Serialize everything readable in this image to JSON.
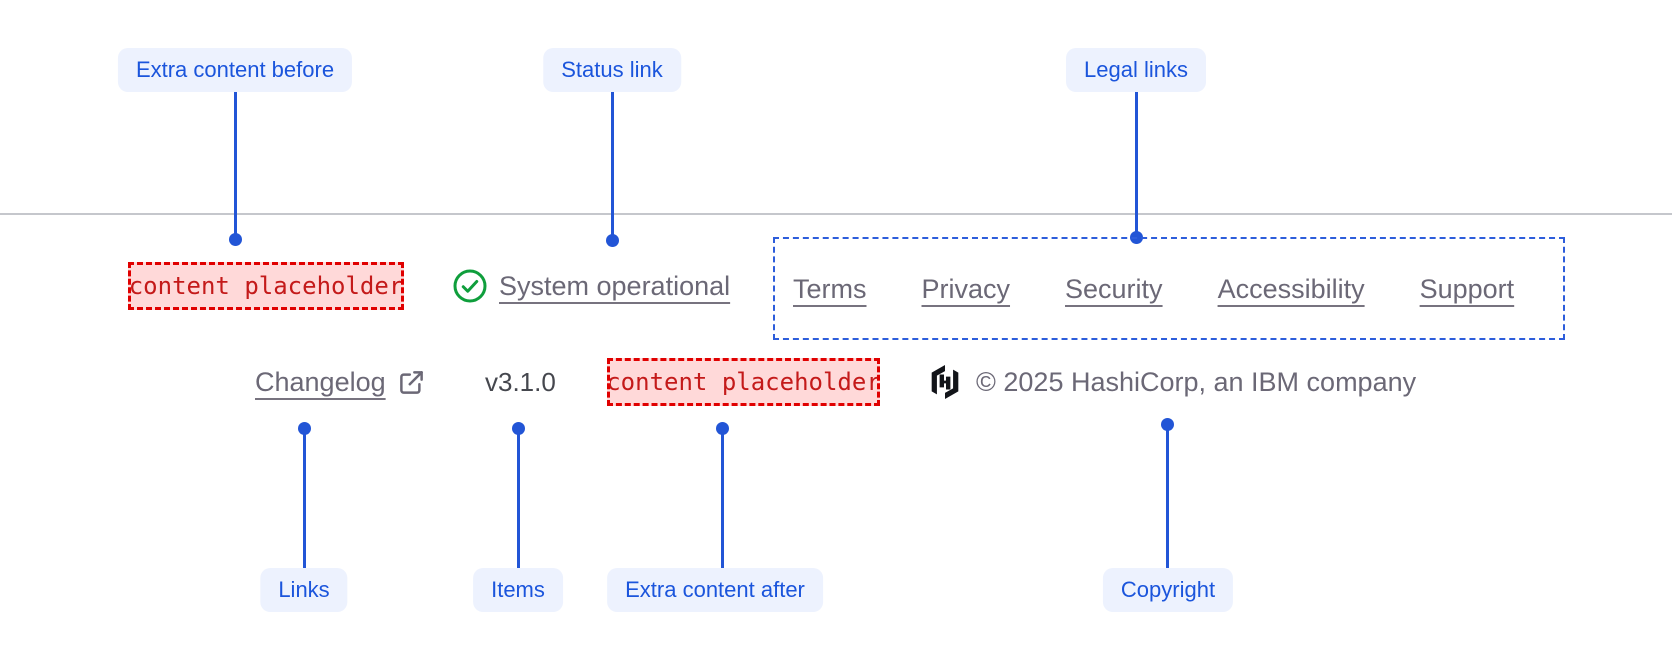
{
  "annotations": {
    "extra_content_before": "Extra content before",
    "status_link": "Status link",
    "legal_links": "Legal links",
    "links": "Links",
    "items": "Items",
    "extra_content_after": "Extra content after",
    "copyright": "Copyright"
  },
  "footer": {
    "extra_content_before_placeholder": "content placeholder",
    "status_link_label": "System operational",
    "legal_links": [
      "Terms",
      "Privacy",
      "Security",
      "Accessibility",
      "Support"
    ],
    "changelog_label": "Changelog",
    "version": "v3.1.0",
    "extra_content_after_placeholder": "content placeholder",
    "copyright_text": "© 2025 HashiCorp, an IBM company"
  },
  "colors": {
    "annotation_blue": "#1b55dc",
    "annotation_pill_bg": "#edf2fe",
    "placeholder_text_red": "#c41a1a",
    "placeholder_bg_pink": "#ffd9d9",
    "placeholder_border_red": "#e00000",
    "legal_container_border_blue": "#2d5ddb",
    "status_success_green": "#0f9e3c",
    "footer_link_grey": "#6b6876",
    "version_grey": "#45474e",
    "divider_grey": "#c5c7cc",
    "logo_black": "#121419"
  }
}
